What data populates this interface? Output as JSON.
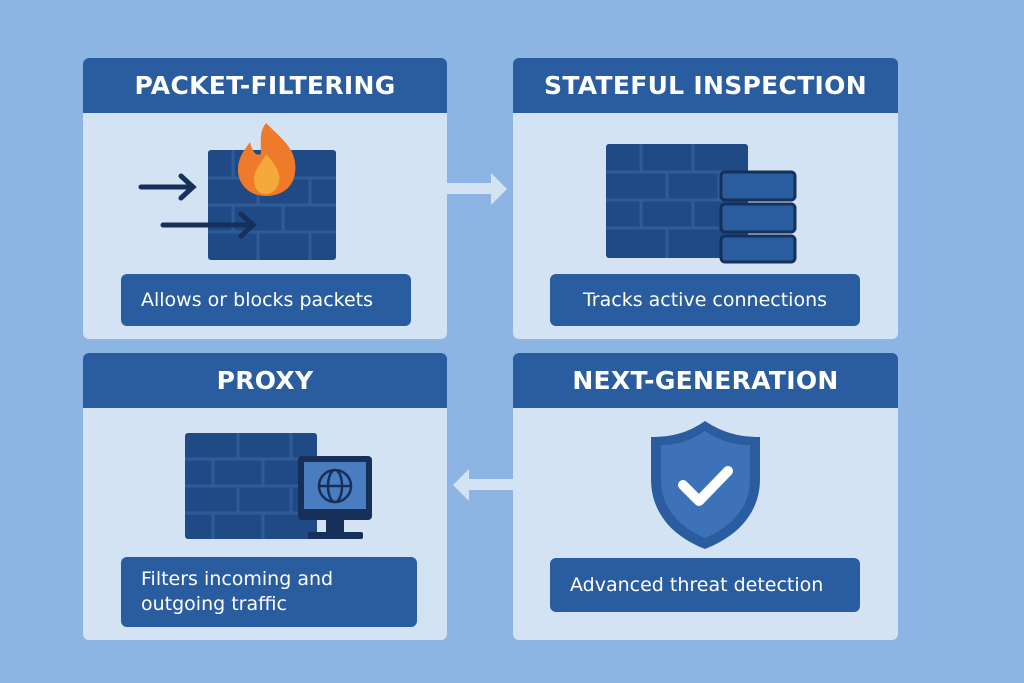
{
  "panels": [
    {
      "title": "PACKET-FILTERING",
      "description": "Allows or blocks packets",
      "icon": "firewall-flame-icon"
    },
    {
      "title": "STATEFUL INSPECTION",
      "description": "Tracks active connections",
      "icon": "firewall-state-table-icon"
    },
    {
      "title": "PROXY",
      "description": "Filters incoming and outgoing traffic",
      "icon": "firewall-monitor-globe-icon"
    },
    {
      "title": "NEXT-GENERATION",
      "description": "Advanced threat detection",
      "icon": "shield-check-icon"
    }
  ],
  "colors": {
    "background": "#8db5e3",
    "panel": "#d3e3f4",
    "header": "#2a5d9f",
    "brick": "#1f4a85",
    "flame": "#ef7a2a"
  }
}
